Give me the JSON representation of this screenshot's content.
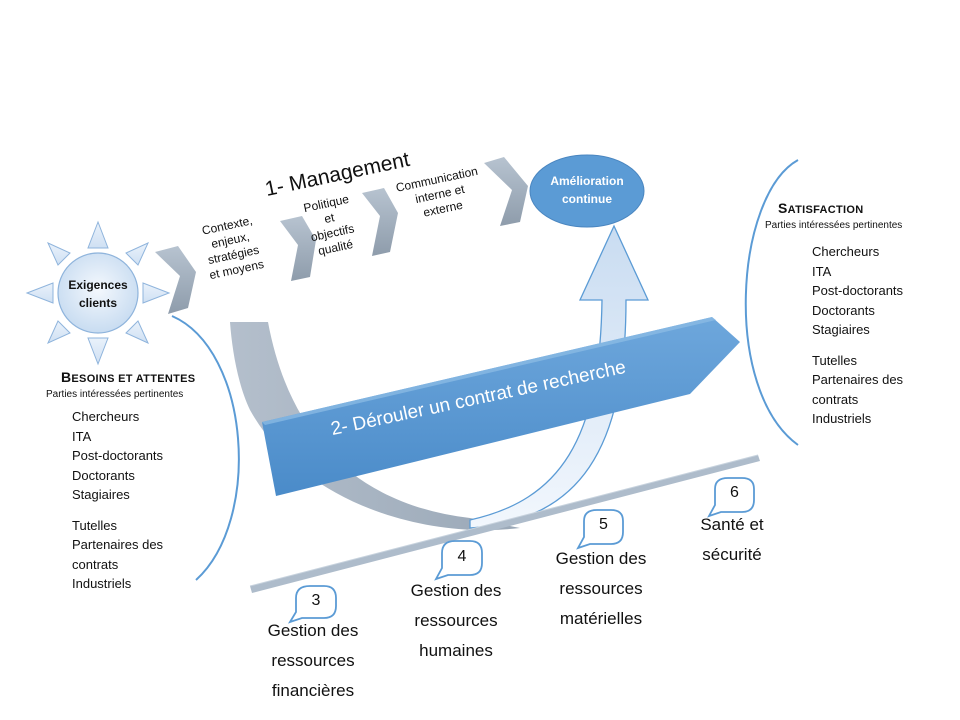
{
  "source": {
    "label": "Exigences clients",
    "label_line1": "Exigences",
    "label_line2": "clients"
  },
  "management": {
    "title": "1- Management",
    "steps": [
      {
        "lines": [
          "Contexte,",
          "enjeux,",
          "stratégies",
          "et moyens"
        ]
      },
      {
        "lines": [
          "Politique",
          "et",
          "objectifs",
          "qualité"
        ]
      },
      {
        "lines": [
          "Communication",
          "interne et",
          "externe"
        ]
      }
    ]
  },
  "improvement": {
    "line1": "Amélioration",
    "line2": "continue"
  },
  "contract": {
    "label": "2- Dérouler un contrat de recherche"
  },
  "needs": {
    "heading_first": "B",
    "heading_rest": "ESOINS ET ATTENTES",
    "subheading": "Parties intéressées pertinentes",
    "group1": [
      "Chercheurs",
      "ITA",
      "Post-doctorants",
      "Doctorants",
      "Stagiaires"
    ],
    "group2": [
      "Tutelles",
      "Partenaires des",
      "contrats",
      "Industriels"
    ]
  },
  "satisfaction": {
    "heading_first": "S",
    "heading_rest": "ATISFACTION",
    "subheading": "Parties intéressées pertinentes",
    "group1": [
      "Chercheurs",
      "ITA",
      "Post-doctorants",
      "Doctorants",
      "Stagiaires"
    ],
    "group2": [
      "Tutelles",
      "Partenaires des",
      "contrats",
      "Industriels"
    ]
  },
  "resources": [
    {
      "number": "3",
      "lines": [
        "Gestion des",
        "ressources",
        "financières"
      ]
    },
    {
      "number": "4",
      "lines": [
        "Gestion des",
        "ressources",
        "humaines"
      ]
    },
    {
      "number": "5",
      "lines": [
        "Gestion des",
        "ressources",
        "matérielles"
      ]
    },
    {
      "number": "6",
      "lines": [
        "Santé et",
        "sécurité"
      ]
    }
  ],
  "colors": {
    "accent_blue": "#5b9bd5",
    "dark_blue": "#2e75b6",
    "light_blue": "#dbe8f6",
    "gray_arrow": "#a5b4c4"
  }
}
